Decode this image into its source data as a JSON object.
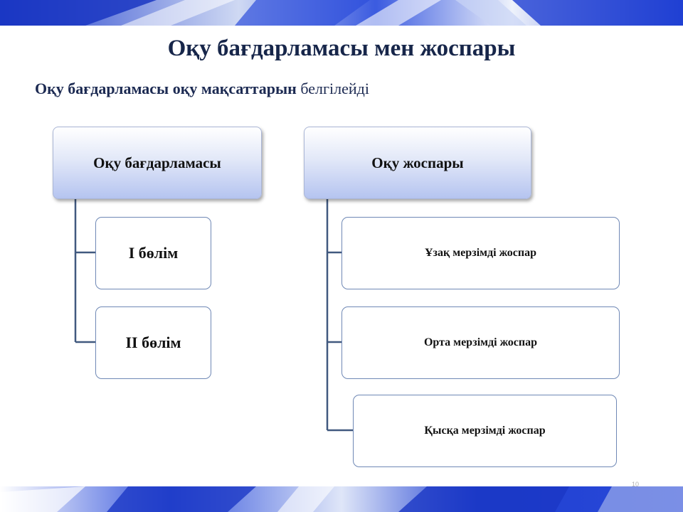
{
  "slide": {
    "title": "Оқу бағдарламасы мен жоспары",
    "subtitle_bold": "Оқу бағдарламасы оқу мақсаттарын",
    "subtitle_rest": "белгілейді",
    "page_number": "10"
  },
  "diagram": {
    "left": {
      "head": "Оқу бағдарламасы",
      "children": [
        "І бөлім",
        "ІІ бөлім"
      ]
    },
    "right": {
      "head": "Оқу жоспары",
      "children": [
        "Ұзақ мерзімді жоспар",
        "Орта мерзімді жоспар",
        "Қысқа мерзімді жоспар"
      ]
    }
  },
  "colors": {
    "band_blue": "#1e3fd0",
    "connector": "#41597f",
    "title_text": "#17264a"
  }
}
